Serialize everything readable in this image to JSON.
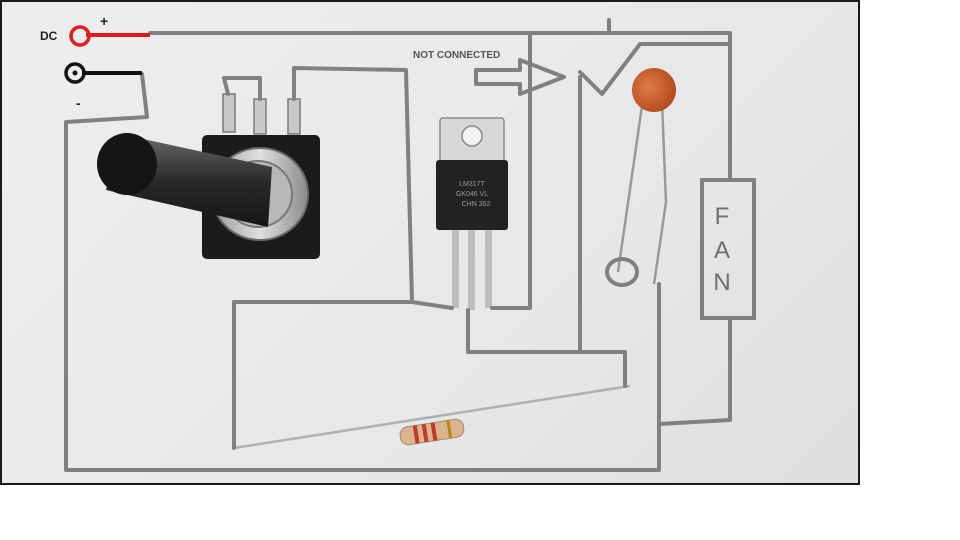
{
  "labels": {
    "dc": "DC",
    "plus": "+",
    "minus": "-",
    "not_connected": "NOT CONNECTED",
    "fan_letters": [
      "F",
      "A",
      "N"
    ],
    "regulator_text": [
      "LM317T",
      "GK046 VL",
      "CHN 352"
    ]
  },
  "colors": {
    "wire": "#808080",
    "positive_lead": "#e31b1b",
    "negative_lead": "#111111",
    "capacitor": "#cf5a2c",
    "resistor_body": "#d9b48e",
    "resistor_bands": "#c0392b",
    "background": "#e6e8ea"
  },
  "components": [
    {
      "name": "dc-input-jack",
      "icon": "terminal-icon"
    },
    {
      "name": "potentiometer",
      "icon": "potentiometer-icon"
    },
    {
      "name": "voltage-regulator",
      "icon": "to220-icon"
    },
    {
      "name": "capacitor",
      "icon": "capacitor-icon"
    },
    {
      "name": "resistor",
      "icon": "resistor-icon"
    },
    {
      "name": "fan",
      "icon": "fan-box-icon"
    }
  ]
}
